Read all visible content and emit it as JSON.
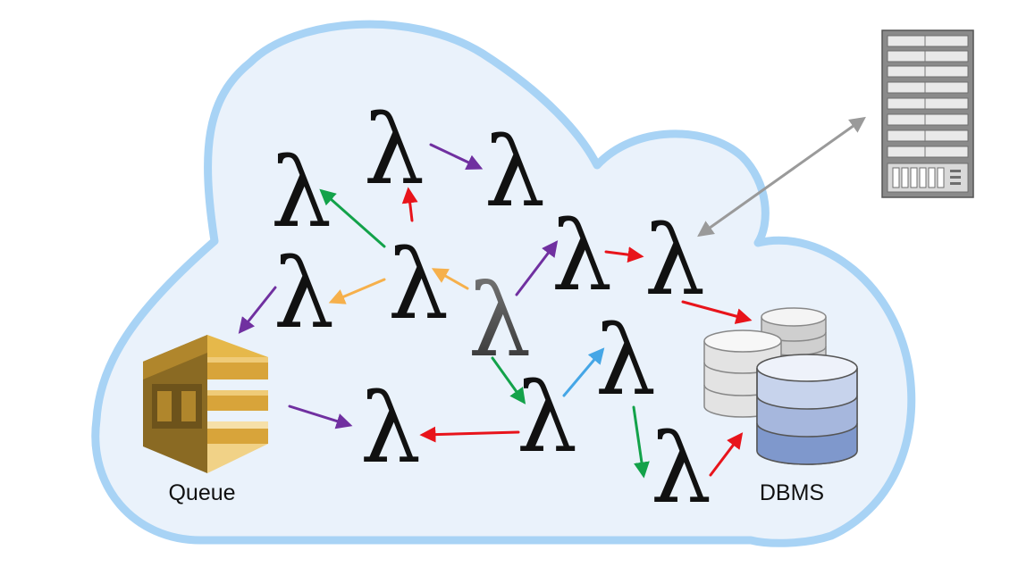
{
  "diagram": {
    "lambda_symbol": "λ",
    "queue_label": "Queue",
    "dbms_label": "DBMS",
    "colors": {
      "cloud_fill": "#eaf2fb",
      "cloud_stroke": "#a8d3f5",
      "lambda": "#111111",
      "lambda_central": "#444444",
      "purple": "#7030a0",
      "red": "#e8141b",
      "green": "#13a24a",
      "orange": "#f6b04b",
      "blue": "#45a6e6",
      "gray": "#9a9a9a",
      "queue_gold": "#d8a43a",
      "queue_dark": "#8a6a23",
      "db_gray": "#dedede",
      "db_blue": "#9fb2da",
      "server": "#808080"
    },
    "icons": [
      "lambda-function-icon",
      "queue-icon",
      "database-icon",
      "server-rack-icon"
    ]
  }
}
